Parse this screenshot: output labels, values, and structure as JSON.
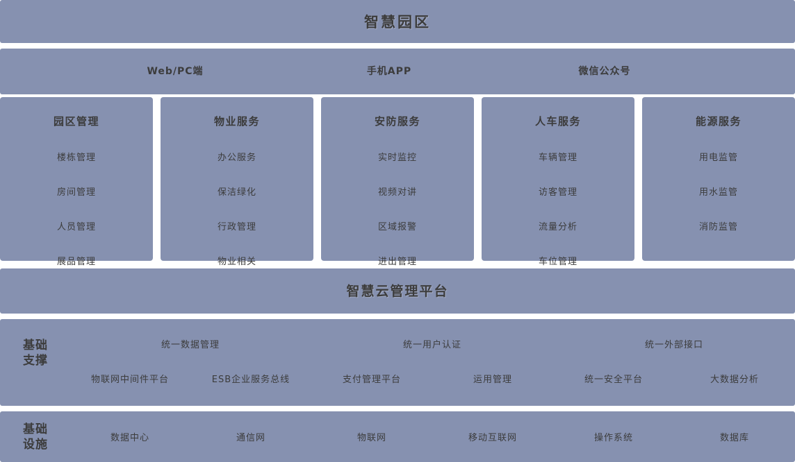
{
  "diagram": {
    "title": "智慧园区",
    "theme_color": "#8691b0",
    "text_color": "#3c3c3c",
    "background": "#ffffff"
  },
  "channels": [
    {
      "label": "Web/PC端"
    },
    {
      "label": "手机APP"
    },
    {
      "label": "微信公众号"
    }
  ],
  "service_cards": [
    {
      "title": "园区管理",
      "items": [
        "楼栋管理",
        "房间管理",
        "人员管理",
        "展品管理"
      ]
    },
    {
      "title": "物业服务",
      "items": [
        "办公服务",
        "保洁绿化",
        "行政管理",
        "物业相关"
      ]
    },
    {
      "title": "安防服务",
      "items": [
        "实时监控",
        "视频对讲",
        "区域报警",
        "进出管理"
      ]
    },
    {
      "title": "人车服务",
      "items": [
        "车辆管理",
        "访客管理",
        "流量分析",
        "车位管理"
      ]
    },
    {
      "title": "能源服务",
      "items": [
        "用电监管",
        "用水监管",
        "消防监管"
      ]
    }
  ],
  "platform": {
    "title": "智慧云管理平台"
  },
  "support": {
    "side_label_line1": "基础",
    "side_label_line2": "支撑",
    "top_row": [
      "统一数据管理",
      "统一用户认证",
      "统一外部接口"
    ],
    "bottom_row": [
      "物联网中间件平台",
      "ESB企业服务总线",
      "支付管理平台",
      "运用管理",
      "统一安全平台",
      "大数据分析"
    ]
  },
  "infrastructure": {
    "side_label_line1": "基础",
    "side_label_line2": "设施",
    "items": [
      "数据中心",
      "通信网",
      "物联网",
      "移动互联网",
      "操作系统",
      "数据库"
    ]
  }
}
